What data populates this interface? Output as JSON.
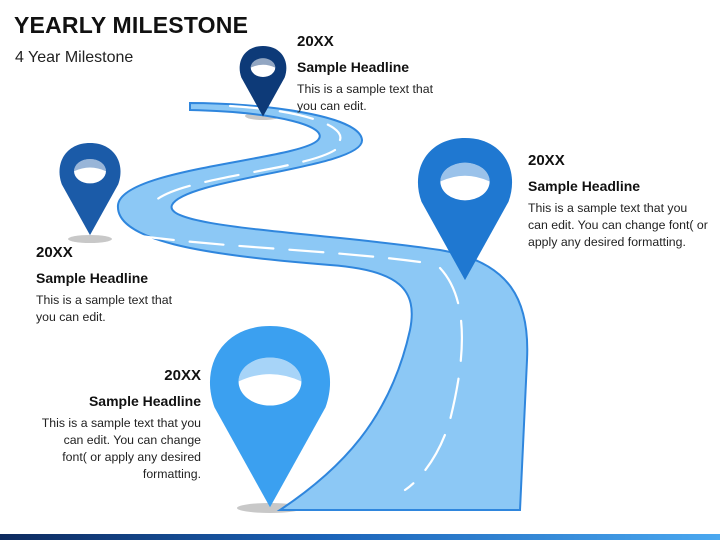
{
  "title": "YEARLY MILESTONE",
  "subtitle": "4 Year Milestone",
  "milestones": [
    {
      "year": "20XX",
      "headline": "Sample Headline",
      "text": "This is a sample text that you can edit.",
      "color": "#0d3a78"
    },
    {
      "year": "20XX",
      "headline": "Sample Headline",
      "text": "This is a sample text that you can edit.",
      "color": "#1b5ba8"
    },
    {
      "year": "20XX",
      "headline": "Sample Headline",
      "text": "This is a sample text that you can edit. You can change font( or apply any desired formatting.",
      "color": "#1f78d1"
    },
    {
      "year": "20XX",
      "headline": "Sample Headline",
      "text": "This is a sample text that you can edit. You can change font( or apply any desired formatting.",
      "color": "#3ba0f0"
    }
  ],
  "colors": {
    "road_fill": "#8cc8f5",
    "road_edge": "#2f86dd",
    "road_marking": "#ffffff",
    "shadow": "#c8c8c8"
  },
  "icons": [
    "map-pin-icon",
    "map-pin-icon",
    "map-pin-icon",
    "map-pin-icon"
  ]
}
